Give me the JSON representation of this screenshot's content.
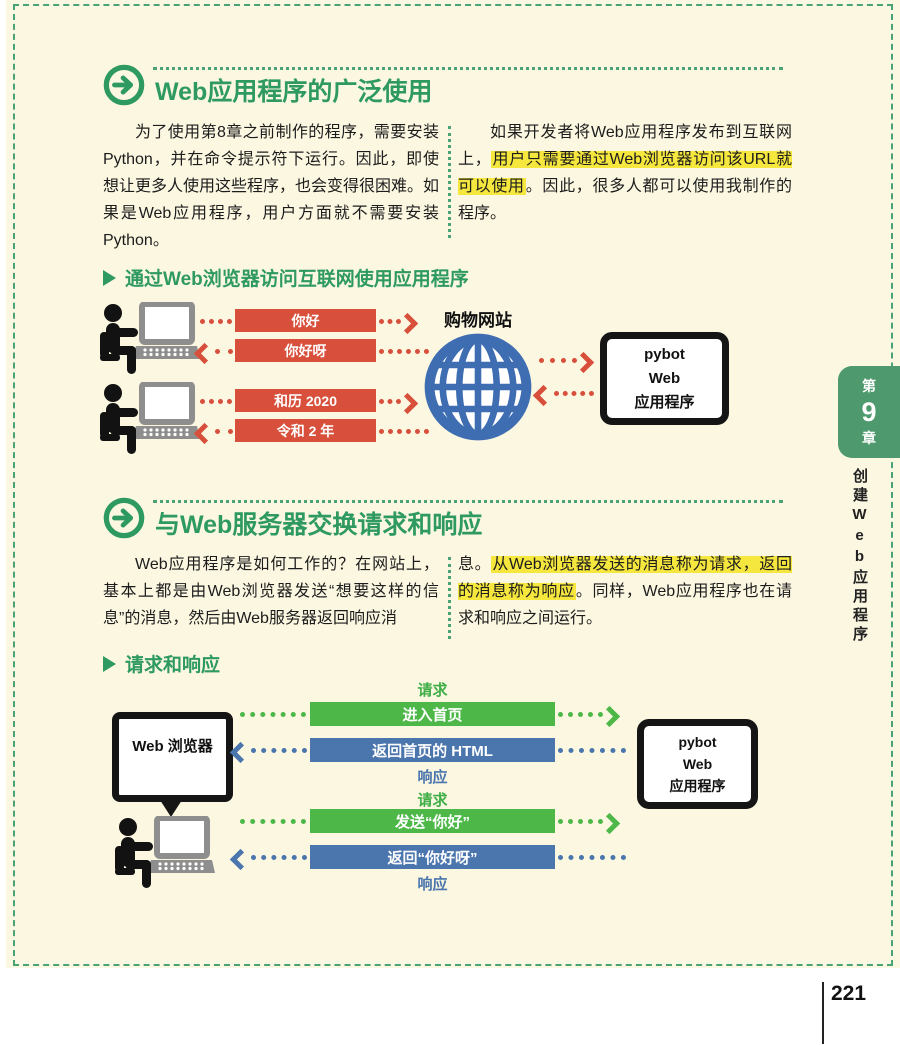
{
  "colors": {
    "accent_green": "#2e9960",
    "border_green": "#4aa377",
    "tab_green": "#4e9a6e",
    "diagram_green": "#4db848",
    "diagram_blue": "#4a75ad",
    "diagram_red": "#d8503b",
    "globe_blue": "#3e6db2",
    "highlight_yellow": "#f6e73f",
    "page_cream": "#fbf7e1"
  },
  "sidebar_tab": {
    "prefix": "第",
    "number": "9",
    "suffix": "章",
    "chapter_title": "创建Web应用程序"
  },
  "page_number": "221",
  "section1": {
    "title": "Web应用程序的广泛使用",
    "left_paragraph": "为了使用第8章之前制作的程序，需要安装Python，并在命令提示符下运行。因此，即使想让更多人使用这些程序，也会变得很困难。如果是Web应用程序，用户方面就不需要安装Python。",
    "right_paragraph": {
      "pre": "如果开发者将Web应用程序发布到互联网上，",
      "highlight": "用户只需要通过Web浏览器访问该URL就可以使用",
      "post": "。因此，很多人都可以使用我制作的程序。"
    },
    "subheading": "通过Web浏览器访问互联网使用应用程序",
    "diagram": {
      "globe_label": "购物网站",
      "app_label": [
        "pybot",
        "Web",
        "应用程序"
      ],
      "messages": [
        {
          "text": "你好",
          "direction": "right"
        },
        {
          "text": "你好呀",
          "direction": "left"
        },
        {
          "text": "和历 2020",
          "direction": "right"
        },
        {
          "text": "令和 2 年",
          "direction": "left"
        }
      ]
    }
  },
  "section2": {
    "title": "与Web服务器交换请求和响应",
    "left_paragraph": "Web应用程序是如何工作的？在网站上，基本上都是由Web浏览器发送“想要这样的信息”的消息，然后由Web服务器返回响应消",
    "right_paragraph": {
      "pre": "息。",
      "highlight": "从Web浏览器发送的消息称为请求，返回的消息称为响应",
      "post": "。同样，Web应用程序也在请求和响应之间运行。"
    },
    "subheading": "请求和响应",
    "diagram": {
      "browser_label": "Web 浏览器",
      "app_label": [
        "pybot",
        "Web",
        "应用程序"
      ],
      "request_label": "请求",
      "response_label": "响应",
      "messages": [
        {
          "text": "进入首页",
          "direction": "right",
          "color": "green"
        },
        {
          "text": "返回首页的 HTML",
          "direction": "left",
          "color": "blue"
        },
        {
          "text": "发送“你好”",
          "direction": "right",
          "color": "green"
        },
        {
          "text": "返回“你好呀”",
          "direction": "left",
          "color": "blue"
        }
      ]
    }
  }
}
